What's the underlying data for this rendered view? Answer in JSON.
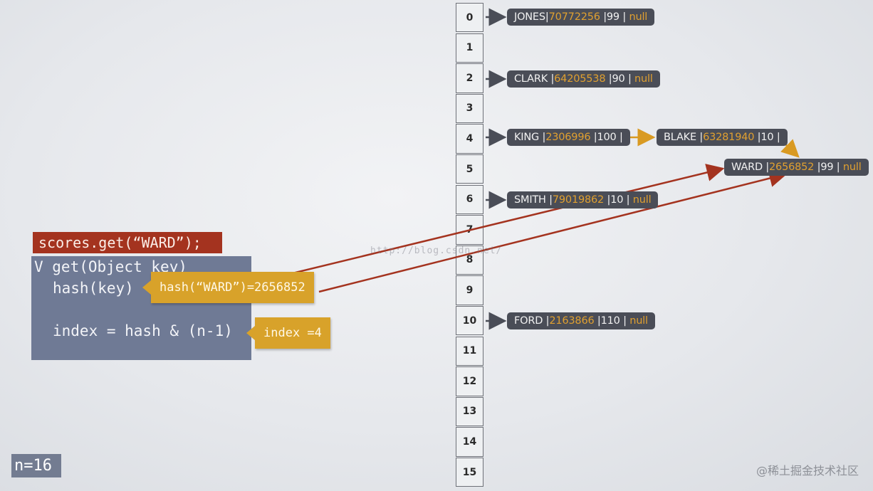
{
  "table": {
    "indices": [
      "0",
      "1",
      "2",
      "3",
      "4",
      "5",
      "6",
      "7",
      "8",
      "9",
      "10",
      "11",
      "12",
      "13",
      "14",
      "15"
    ]
  },
  "nodes": [
    {
      "key": "JONES",
      "hash": "70772256",
      "value": "99",
      "next": "null"
    },
    {
      "key": "CLARK",
      "hash": "64205538",
      "value": "90",
      "next": "null"
    },
    {
      "key": "KING",
      "hash": "2306996",
      "value": "100",
      "next": ""
    },
    {
      "key": "BLAKE",
      "hash": "63281940",
      "value": "10",
      "next": ""
    },
    {
      "key": "WARD",
      "hash": "2656852",
      "value": "99",
      "next": "null"
    },
    {
      "key": "SMITH",
      "hash": "79019862",
      "value": "10",
      "next": "null"
    },
    {
      "key": "FORD",
      "hash": "2163866",
      "value": "110",
      "next": "null"
    }
  ],
  "code": {
    "call": "scores.get(“WARD”);",
    "line1": "V get(Object key)",
    "line2": "hash(key)",
    "line3": "index = hash & (n-1)"
  },
  "callouts": {
    "hash": "hash(“WARD”)=2656852",
    "index": "index =4"
  },
  "n_label": "n=16",
  "watermark": "http://blog.csdn.net/",
  "credit": "@稀土掘金技术社区",
  "colors": {
    "call_bg": "#a4331f",
    "code_bg": "#6f7a95",
    "callout_bg": "#d8a22a",
    "node_bg": "#4a4d57",
    "hash_text": "#e0a030",
    "red_arrow": "#a4331f",
    "chain_arrow": "#d99a22"
  }
}
